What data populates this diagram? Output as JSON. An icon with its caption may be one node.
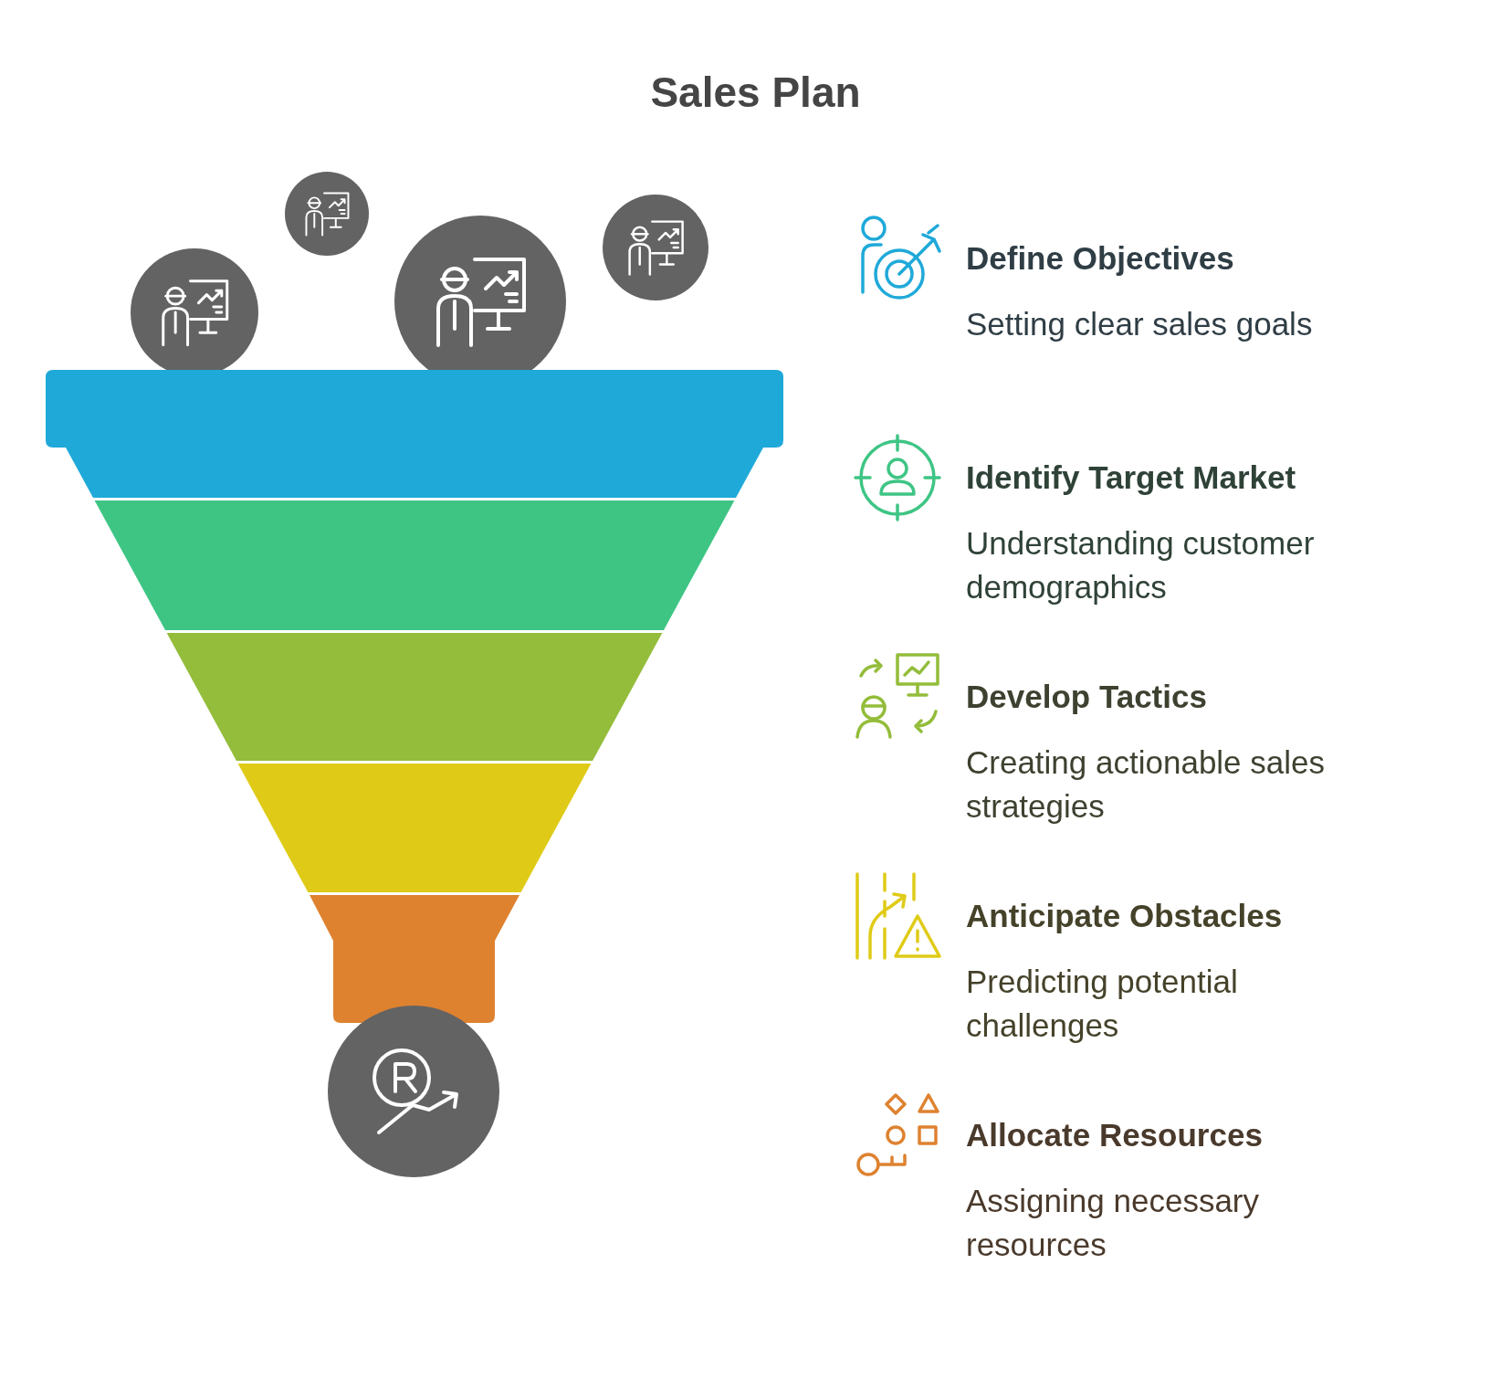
{
  "diagram": {
    "title": "Sales Plan",
    "nodes": [
      {
        "text": [
          "Define Objectives",
          "Setting clear sales goals"
        ]
      },
      {
        "text": [
          "Identify Target Market",
          "Understanding customer demographics"
        ]
      },
      {
        "text": [
          "Develop Tactics",
          "Creating actionable sales strategies"
        ]
      },
      {
        "text": [
          "Anticipate Obstacles",
          "Predicting potential challenges"
        ]
      },
      {
        "text": [
          "Allocate Resources",
          "Assigning necessary resources"
        ]
      }
    ],
    "edges": []
  }
}
